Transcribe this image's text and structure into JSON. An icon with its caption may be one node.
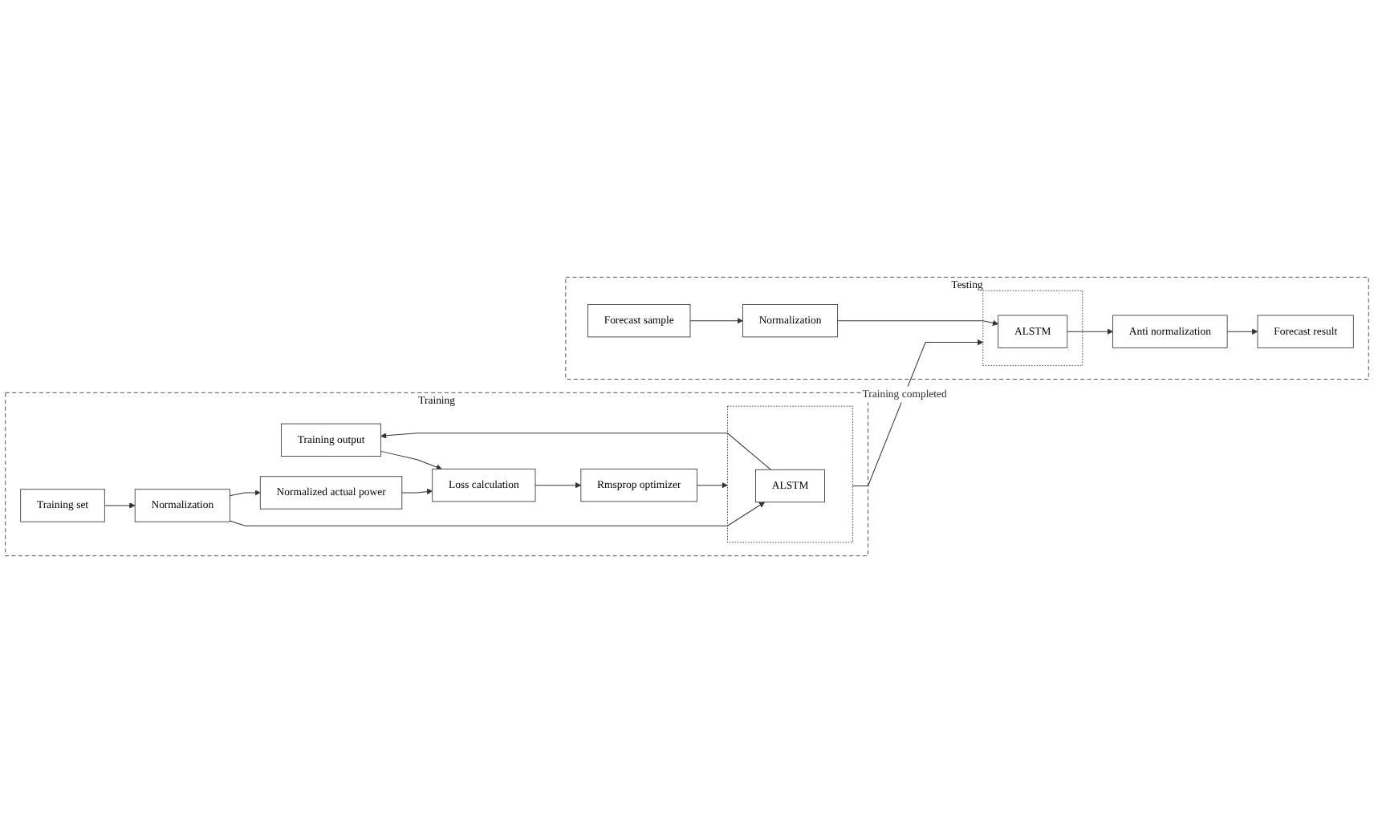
{
  "diagram": {
    "nodes": [
      {
        "text": [
          "Training"
        ]
      },
      {
        "text": [
          "Training output"
        ],
        "in": 0
      },
      {
        "text": [
          "Loss calculation"
        ],
        "in": 0
      },
      {
        "text": [
          "Rmsprop optimizer"
        ],
        "in": 0
      },
      {
        "text": [],
        "shape": "box",
        "in": 0
      },
      {
        "text": [
          "ALSTM"
        ],
        "in": 4
      },
      {
        "text": [
          "Normalized actual power"
        ],
        "in": 0
      },
      {
        "text": [
          "Normalization"
        ],
        "in": 0
      },
      {
        "text": [
          "Training set"
        ],
        "in": 0
      },
      {
        "text": [
          "Testing"
        ]
      },
      {
        "text": [
          "Forecast result"
        ],
        "in": 9
      },
      {
        "text": [
          "Anti normalization"
        ],
        "in": 9
      },
      {
        "text": [],
        "shape": "box",
        "in": 9
      },
      {
        "text": [
          "ALSTM"
        ],
        "in": 12
      },
      {
        "text": [
          "Normalization"
        ],
        "in": 9
      },
      {
        "text": [
          "Forecast sample"
        ],
        "in": 9
      }
    ],
    "edges": [
      {
        "from": 1,
        "to": 2,
        "arrow": "to"
      },
      {
        "from": 2,
        "to": 3,
        "arrow": "to"
      },
      {
        "from": 3,
        "to": 4,
        "arrow": "to"
      },
      {
        "from": 5,
        "to": 1,
        "arrow": "to"
      },
      {
        "from": 7,
        "to": 5,
        "arrow": "to"
      },
      {
        "from": 7,
        "to": 6,
        "arrow": "to"
      },
      {
        "from": 6,
        "to": 2,
        "arrow": "to"
      },
      {
        "from": 8,
        "to": 7,
        "arrow": "to"
      },
      {
        "from": 4,
        "to": 12,
        "arrow": "to",
        "label": "Training completed"
      },
      {
        "from": 13,
        "to": 11,
        "arrow": "to"
      },
      {
        "from": 11,
        "to": 10,
        "arrow": "to"
      },
      {
        "from": 14,
        "to": 13,
        "arrow": "to"
      },
      {
        "from": 15,
        "to": 14,
        "arrow": "to"
      }
    ]
  }
}
